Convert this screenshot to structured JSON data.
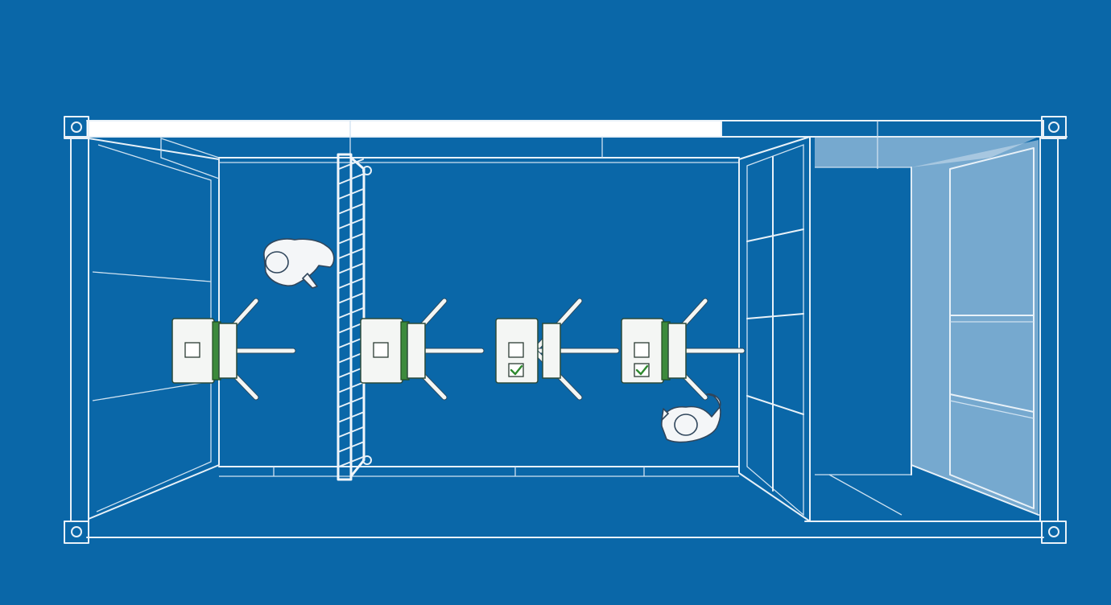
{
  "diagram": {
    "kind": "top-down access-control container with tripod turnstiles",
    "colors": {
      "background": "#0a67a8",
      "line": "#e8f1f8",
      "turnstile_body": "#f4f6f4",
      "turnstile_accent": "#3c8a3c",
      "check_mark": "#2e8a2e"
    },
    "turnstiles": [
      {
        "id": "t1",
        "status_indicator": "none"
      },
      {
        "id": "t2",
        "status_indicator": "none"
      },
      {
        "id": "t3",
        "status_indicator": "check-mark"
      },
      {
        "id": "t4",
        "status_indicator": "check-mark"
      }
    ],
    "people_count": 2,
    "icons": [
      "turnstile-icon",
      "person-icon",
      "check-icon",
      "railing-icon",
      "corner-fitting-icon"
    ]
  }
}
